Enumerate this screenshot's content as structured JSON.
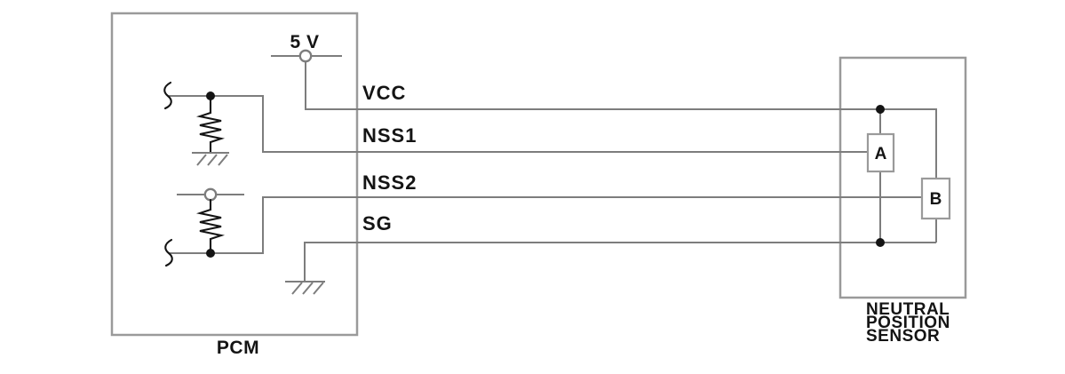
{
  "colors": {
    "background": "#ffffff",
    "wire": "#7d7d7d",
    "box_border": "#9a9a9a",
    "ink": "#141414"
  },
  "pcm": {
    "label": "PCM",
    "supply_label": "5 V",
    "pins": {
      "vcc": "VCC",
      "nss1": "NSS1",
      "nss2": "NSS2",
      "sg": "SG"
    }
  },
  "sensor": {
    "label_line1": "NEUTRAL",
    "label_line2": "POSITION",
    "label_line3": "SENSOR",
    "element_a_label": "A",
    "element_b_label": "B"
  }
}
